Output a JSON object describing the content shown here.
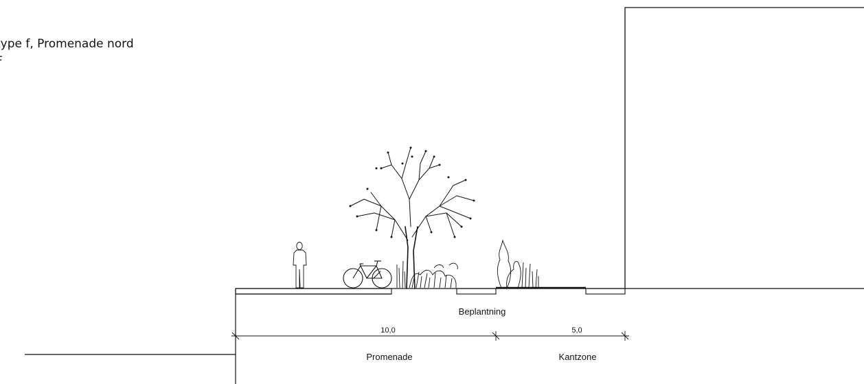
{
  "header": {
    "title_line_1": "type f, Promenade nord",
    "title_line_2": "F"
  },
  "section": {
    "planting_label": "Beplantning",
    "dimensions": [
      {
        "value": "10,0",
        "zone": "Promenade"
      },
      {
        "value": "5,0",
        "zone": "Kantzone"
      }
    ]
  },
  "colors": {
    "line": "#111111",
    "background": "#ffffff"
  }
}
